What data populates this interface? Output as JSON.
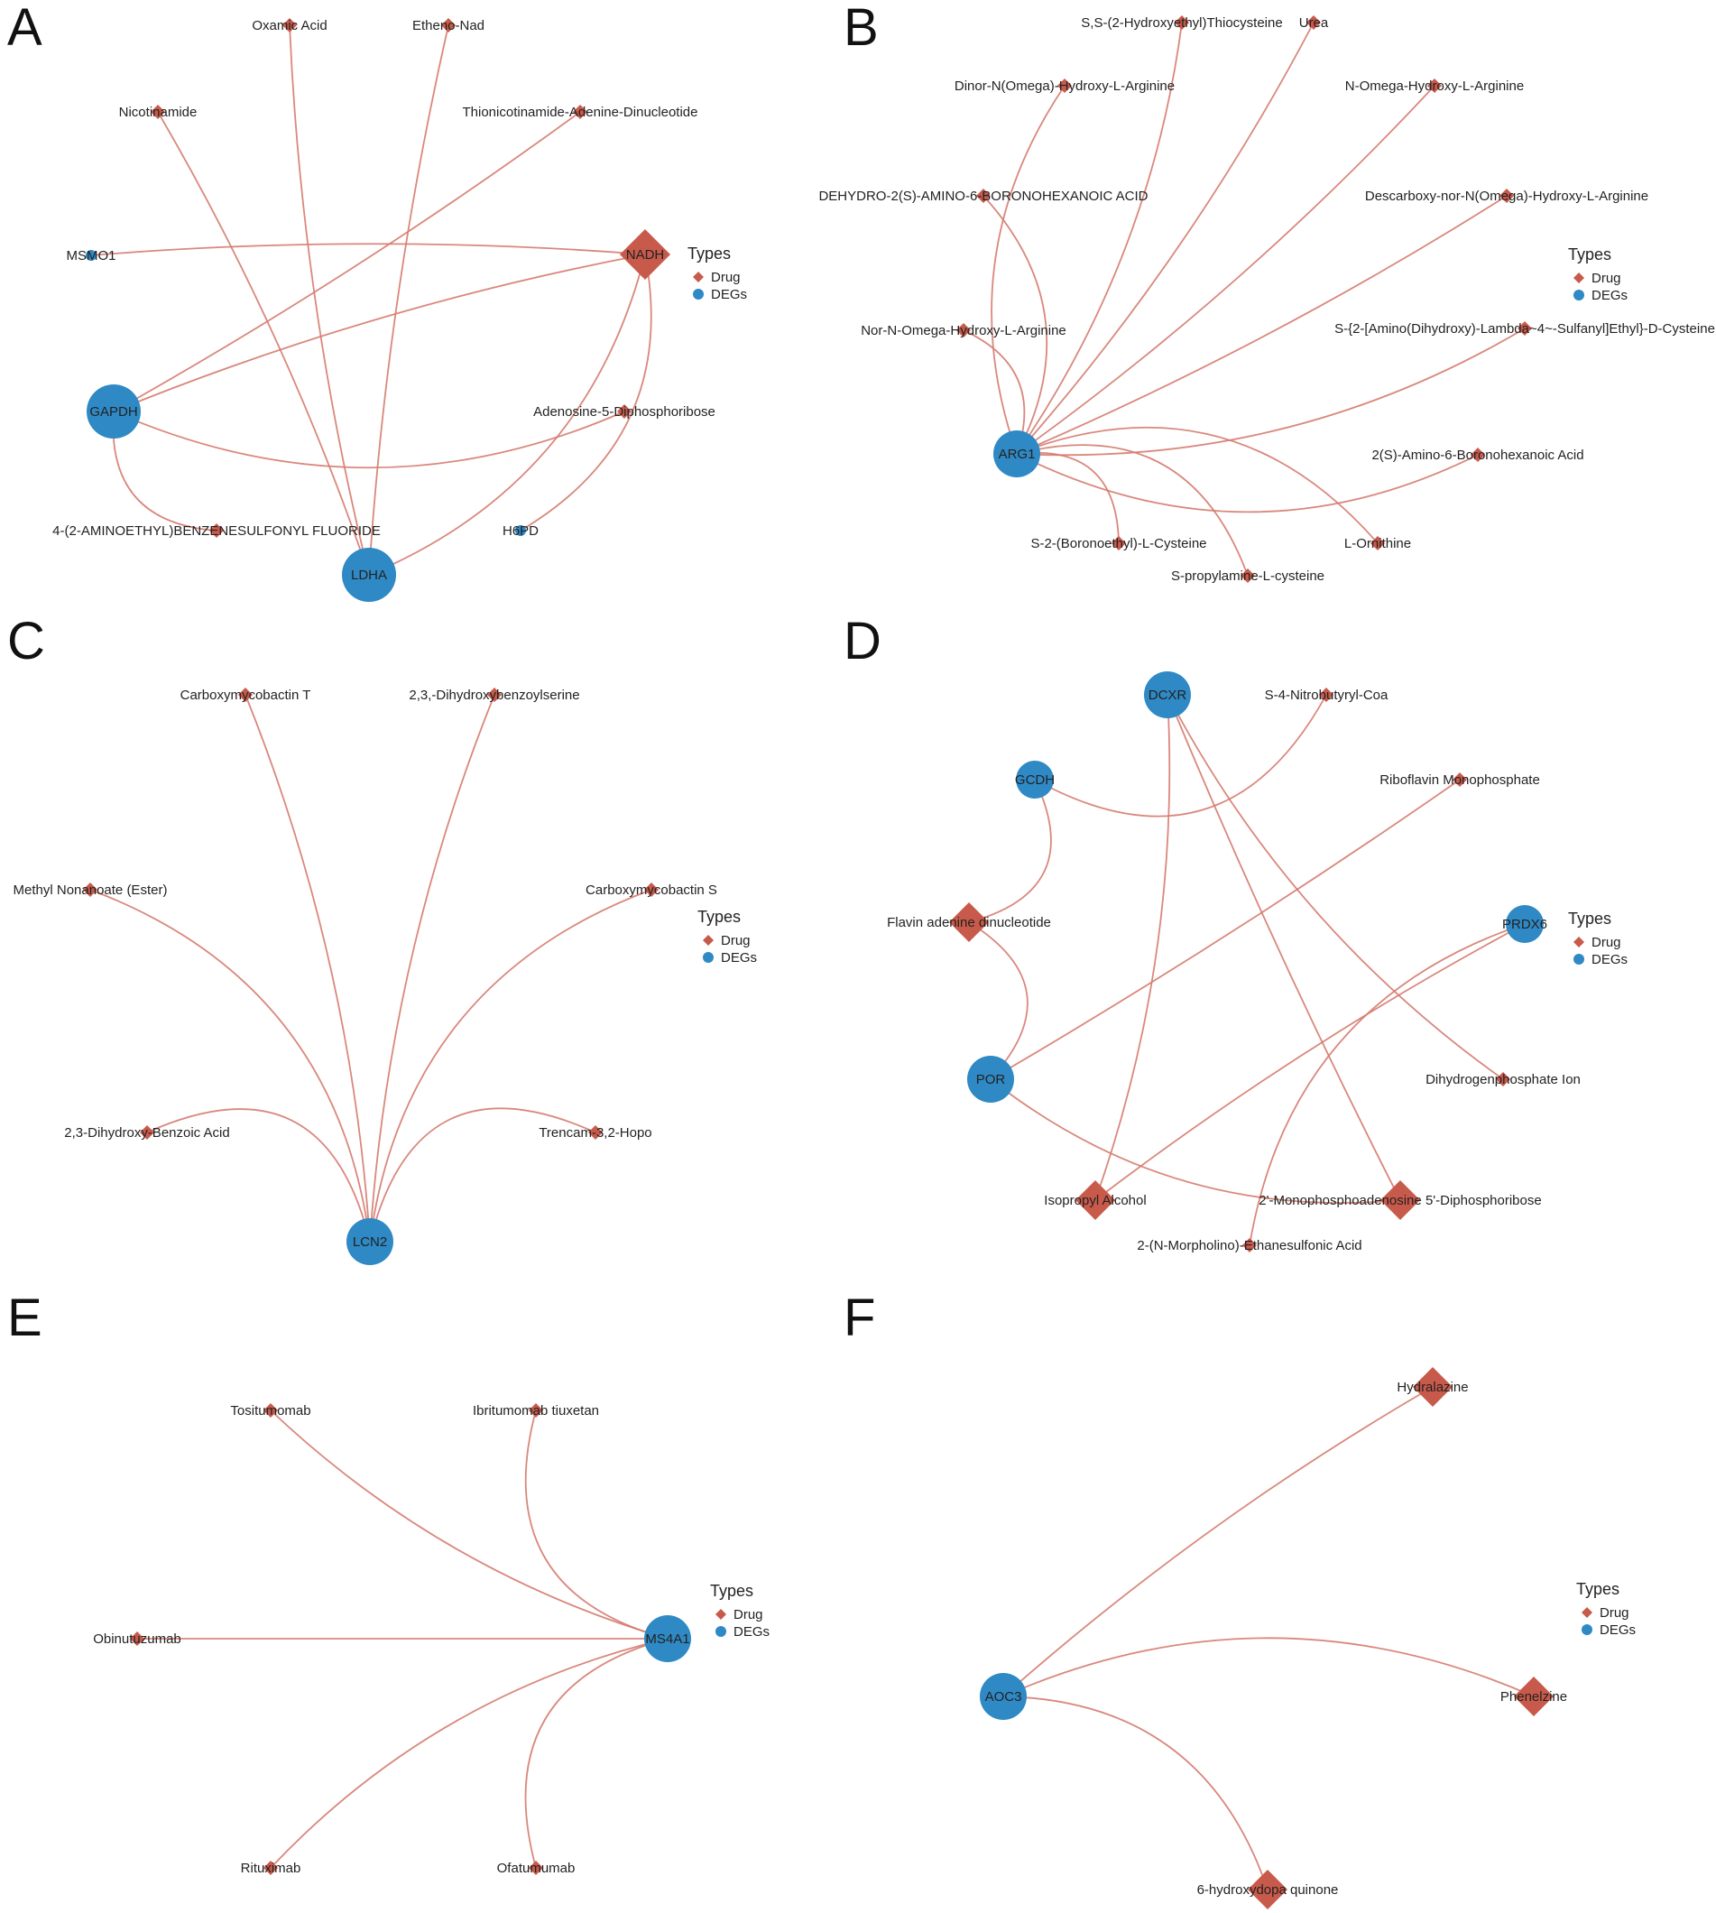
{
  "colors": {
    "drug": "#c85a4b",
    "deg": "#2f89c5",
    "edge": "#d57b6f"
  },
  "legend": {
    "title": "Types",
    "drug_label": "Drug",
    "deg_label": "DEGs"
  },
  "panels": [
    {
      "id": "A",
      "letter": "A",
      "nodes": [
        {
          "id": "NADH",
          "label": "NADH",
          "type": "drug",
          "size": "large"
        },
        {
          "id": "GAPDH",
          "label": "GAPDH",
          "type": "deg",
          "size": "large"
        },
        {
          "id": "LDHA",
          "label": "LDHA",
          "type": "deg",
          "size": "large"
        },
        {
          "id": "MSMO1",
          "label": "MSMO1",
          "type": "deg",
          "size": "small"
        },
        {
          "id": "H6PD",
          "label": "H6PD",
          "type": "deg",
          "size": "small"
        },
        {
          "id": "Oxamic",
          "label": "Oxamic Acid",
          "type": "drug",
          "size": "small"
        },
        {
          "id": "Etheno",
          "label": "Etheno-Nad",
          "type": "drug",
          "size": "small"
        },
        {
          "id": "Nicot",
          "label": "Nicotinamide",
          "type": "drug",
          "size": "small"
        },
        {
          "id": "Thion",
          "label": "Thionicotinamide-Adenine-Dinucleotide",
          "type": "drug",
          "size": "small"
        },
        {
          "id": "Aden",
          "label": "Adenosine-5-Diphosphoribose",
          "type": "drug",
          "size": "small"
        },
        {
          "id": "Aebsf",
          "label": "4-(2-AMINOETHYL)BENZENESULFONYL FLUORIDE",
          "type": "drug",
          "size": "small"
        }
      ],
      "edges": [
        [
          "NADH",
          "MSMO1"
        ],
        [
          "NADH",
          "GAPDH"
        ],
        [
          "NADH",
          "LDHA"
        ],
        [
          "NADH",
          "H6PD"
        ],
        [
          "GAPDH",
          "Thion"
        ],
        [
          "GAPDH",
          "Aden"
        ],
        [
          "GAPDH",
          "Aebsf"
        ],
        [
          "LDHA",
          "Oxamic"
        ],
        [
          "LDHA",
          "Etheno"
        ],
        [
          "LDHA",
          "Nicot"
        ]
      ]
    },
    {
      "id": "B",
      "letter": "B",
      "nodes": [
        {
          "id": "ARG1",
          "label": "ARG1",
          "type": "deg",
          "size": "medium"
        },
        {
          "id": "SS2",
          "label": "S,S-(2-Hydroxyethyl)Thiocysteine",
          "type": "drug",
          "size": "small"
        },
        {
          "id": "Urea",
          "label": "Urea",
          "type": "drug",
          "size": "small"
        },
        {
          "id": "Dinor",
          "label": "Dinor-N(Omega)-Hydroxy-L-Arginine",
          "type": "drug",
          "size": "small"
        },
        {
          "id": "NOmega",
          "label": "N-Omega-Hydroxy-L-Arginine",
          "type": "drug",
          "size": "small"
        },
        {
          "id": "Dehyd",
          "label": "DEHYDRO-2(S)-AMINO-6-BORONOHEXANOIC ACID",
          "type": "drug",
          "size": "small"
        },
        {
          "id": "Descarb",
          "label": "Descarboxy-nor-N(Omega)-Hydroxy-L-Arginine",
          "type": "drug",
          "size": "small"
        },
        {
          "id": "Nor",
          "label": "Nor-N-Omega-Hydroxy-L-Arginine",
          "type": "drug",
          "size": "small"
        },
        {
          "id": "S2Amino",
          "label": "S-{2-[Amino(Dihydroxy)-Lambda~4~-Sulfanyl]Ethyl}-D-Cysteine",
          "type": "drug",
          "size": "small"
        },
        {
          "id": "Abh",
          "label": "2(S)-Amino-6-Boronohexanoic Acid",
          "type": "drug",
          "size": "small"
        },
        {
          "id": "S2Boro",
          "label": "S-2-(Boronoethyl)-L-Cysteine",
          "type": "drug",
          "size": "small"
        },
        {
          "id": "Orn",
          "label": "L-Ornithine",
          "type": "drug",
          "size": "small"
        },
        {
          "id": "Sprop",
          "label": "S-propylamine-L-cysteine",
          "type": "drug",
          "size": "small"
        }
      ],
      "edges": [
        [
          "ARG1",
          "SS2"
        ],
        [
          "ARG1",
          "Urea"
        ],
        [
          "ARG1",
          "Dinor"
        ],
        [
          "ARG1",
          "NOmega"
        ],
        [
          "ARG1",
          "Dehyd"
        ],
        [
          "ARG1",
          "Descarb"
        ],
        [
          "ARG1",
          "Nor"
        ],
        [
          "ARG1",
          "S2Amino"
        ],
        [
          "ARG1",
          "Abh"
        ],
        [
          "ARG1",
          "S2Boro"
        ],
        [
          "ARG1",
          "Orn"
        ],
        [
          "ARG1",
          "Sprop"
        ]
      ]
    },
    {
      "id": "C",
      "letter": "C",
      "nodes": [
        {
          "id": "LCN2",
          "label": "LCN2",
          "type": "deg",
          "size": "medium"
        },
        {
          "id": "CarbT",
          "label": "Carboxymycobactin T",
          "type": "drug",
          "size": "small"
        },
        {
          "id": "Dhbs",
          "label": "2,3,-Dihydroxybenzoylserine",
          "type": "drug",
          "size": "small"
        },
        {
          "id": "Methyl",
          "label": "Methyl Nonanoate (Ester)",
          "type": "drug",
          "size": "small"
        },
        {
          "id": "CarbS",
          "label": "Carboxymycobactin S",
          "type": "drug",
          "size": "small"
        },
        {
          "id": "Dhba",
          "label": "2,3-Dihydroxy-Benzoic Acid",
          "type": "drug",
          "size": "small"
        },
        {
          "id": "Trencam",
          "label": "Trencam-3,2-Hopo",
          "type": "drug",
          "size": "small"
        }
      ],
      "edges": [
        [
          "LCN2",
          "CarbT"
        ],
        [
          "LCN2",
          "Dhbs"
        ],
        [
          "LCN2",
          "Methyl"
        ],
        [
          "LCN2",
          "CarbS"
        ],
        [
          "LCN2",
          "Dhba"
        ],
        [
          "LCN2",
          "Trencam"
        ]
      ]
    },
    {
      "id": "D",
      "letter": "D",
      "nodes": [
        {
          "id": "DCXR",
          "label": "DCXR",
          "type": "deg",
          "size": "medium"
        },
        {
          "id": "GCDH",
          "label": "GCDH",
          "type": "deg",
          "size": "small-medium"
        },
        {
          "id": "PRDX6",
          "label": "PRDX6",
          "type": "deg",
          "size": "small-medium"
        },
        {
          "id": "POR",
          "label": "POR",
          "type": "deg",
          "size": "medium"
        },
        {
          "id": "Snitro",
          "label": "S-4-Nitrobutyryl-Coa",
          "type": "drug",
          "size": "small"
        },
        {
          "id": "Ribo",
          "label": "Riboflavin Monophosphate",
          "type": "drug",
          "size": "small"
        },
        {
          "id": "Fad",
          "label": "Flavin adenine dinucleotide",
          "type": "drug",
          "size": "medium"
        },
        {
          "id": "Dihyd",
          "label": "Dihydrogenphosphate Ion",
          "type": "drug",
          "size": "small"
        },
        {
          "id": "Isop",
          "label": "Isopropyl Alcohol",
          "type": "drug",
          "size": "medium"
        },
        {
          "id": "Mono",
          "label": "2'-Monophosphoadenosine 5'-Diphosphoribose",
          "type": "drug",
          "size": "medium"
        },
        {
          "id": "Mes",
          "label": "2-(N-Morpholino)-Ethanesulfonic Acid",
          "type": "drug",
          "size": "small"
        }
      ],
      "edges": [
        [
          "DCXR",
          "Isop"
        ],
        [
          "DCXR",
          "Mono"
        ],
        [
          "DCXR",
          "Dihyd"
        ],
        [
          "GCDH",
          "Snitro"
        ],
        [
          "GCDH",
          "Fad"
        ],
        [
          "POR",
          "Ribo"
        ],
        [
          "POR",
          "Fad"
        ],
        [
          "POR",
          "Mono"
        ],
        [
          "PRDX6",
          "Isop"
        ],
        [
          "PRDX6",
          "Mes"
        ]
      ]
    },
    {
      "id": "E",
      "letter": "E",
      "nodes": [
        {
          "id": "MS4A1",
          "label": "MS4A1",
          "type": "deg",
          "size": "medium"
        },
        {
          "id": "Tosi",
          "label": "Tositumomab",
          "type": "drug",
          "size": "small"
        },
        {
          "id": "Ibri",
          "label": "Ibritumomab tiuxetan",
          "type": "drug",
          "size": "small"
        },
        {
          "id": "Obin",
          "label": "Obinutuzumab",
          "type": "drug",
          "size": "small"
        },
        {
          "id": "Ritu",
          "label": "Rituximab",
          "type": "drug",
          "size": "small"
        },
        {
          "id": "Ofat",
          "label": "Ofatumumab",
          "type": "drug",
          "size": "small"
        }
      ],
      "edges": [
        [
          "MS4A1",
          "Tosi"
        ],
        [
          "MS4A1",
          "Ibri"
        ],
        [
          "MS4A1",
          "Obin"
        ],
        [
          "MS4A1",
          "Ritu"
        ],
        [
          "MS4A1",
          "Ofat"
        ]
      ]
    },
    {
      "id": "F",
      "letter": "F",
      "nodes": [
        {
          "id": "AOC3",
          "label": "AOC3",
          "type": "deg",
          "size": "medium"
        },
        {
          "id": "Hydra",
          "label": "Hydralazine",
          "type": "drug",
          "size": "medium"
        },
        {
          "id": "Phen",
          "label": "Phenelzine",
          "type": "drug",
          "size": "medium"
        },
        {
          "id": "Hq",
          "label": "6-hydroxydopa quinone",
          "type": "drug",
          "size": "medium"
        }
      ],
      "edges": [
        [
          "AOC3",
          "Hydra"
        ],
        [
          "AOC3",
          "Phen"
        ],
        [
          "AOC3",
          "Hq"
        ]
      ]
    }
  ]
}
